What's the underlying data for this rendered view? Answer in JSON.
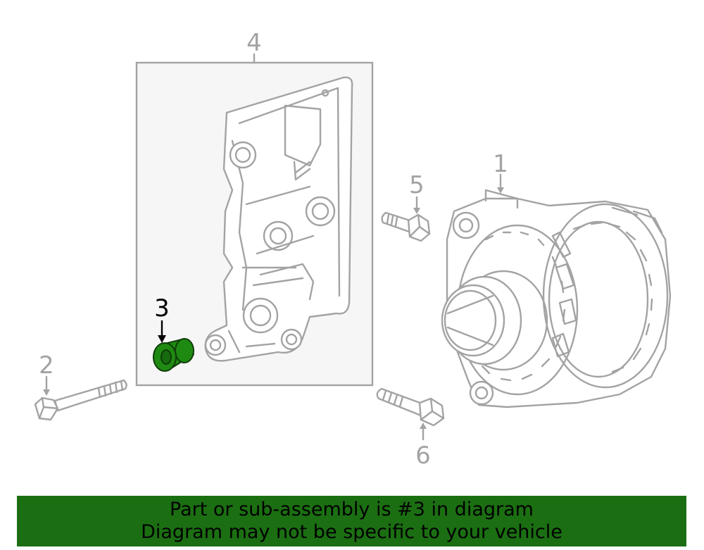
{
  "diagram": {
    "callouts": [
      {
        "id": "1",
        "label": "1"
      },
      {
        "id": "2",
        "label": "2"
      },
      {
        "id": "3",
        "label": "3"
      },
      {
        "id": "4",
        "label": "4"
      },
      {
        "id": "5",
        "label": "5"
      },
      {
        "id": "6",
        "label": "6"
      }
    ],
    "highlighted_part": "3",
    "colors": {
      "line": "#a3a3a3",
      "highlight_fill": "#1f8a12",
      "highlight_callout": "#000000",
      "banner_bg": "#1b6f12",
      "panel_bg": "#f6f6f6"
    }
  },
  "banner": {
    "line1": "Part or sub-assembly is #3 in diagram",
    "line2": "Diagram may not be specific to your vehicle"
  }
}
